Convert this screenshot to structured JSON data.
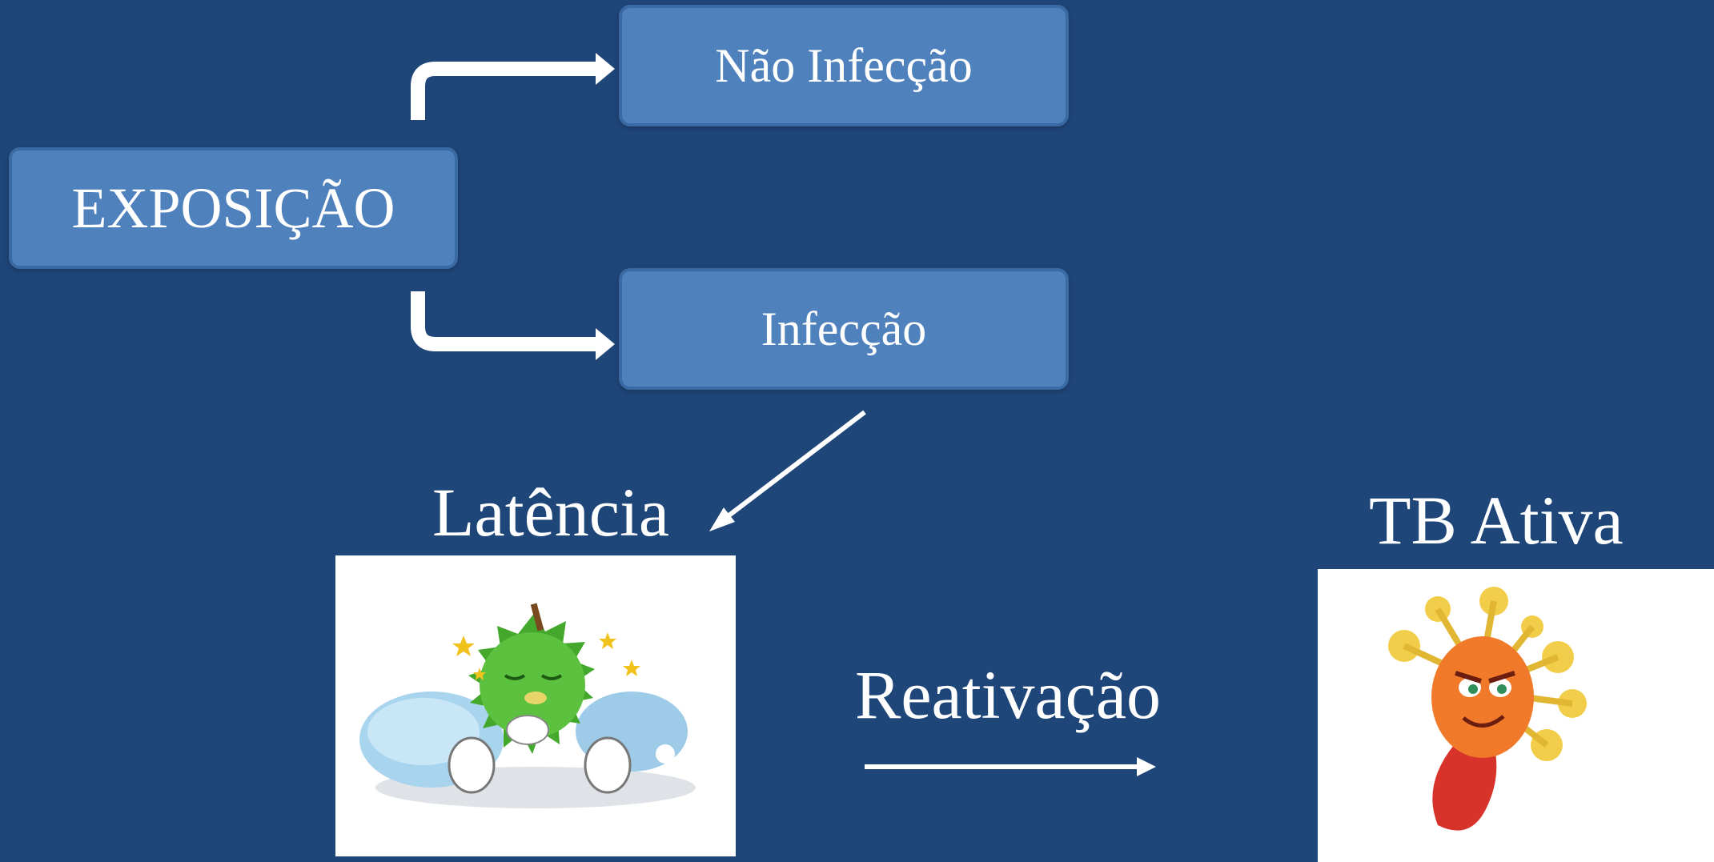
{
  "nodes": {
    "exposicao": "EXPOSIÇÃO",
    "nao_infeccao": "Não Infecção",
    "infeccao": "Infecção"
  },
  "stages": {
    "latencia": "Latência",
    "tb_ativa": "TB Ativa"
  },
  "edges": {
    "reativacao": "Reativação"
  },
  "illustrations": {
    "latencia_icon": "sleeping-germ-illustration",
    "tb_ativa_icon": "angry-germ-illustration"
  },
  "colors": {
    "background": "#1f4679",
    "box_fill": "#4f81bd",
    "text": "#ffffff"
  }
}
